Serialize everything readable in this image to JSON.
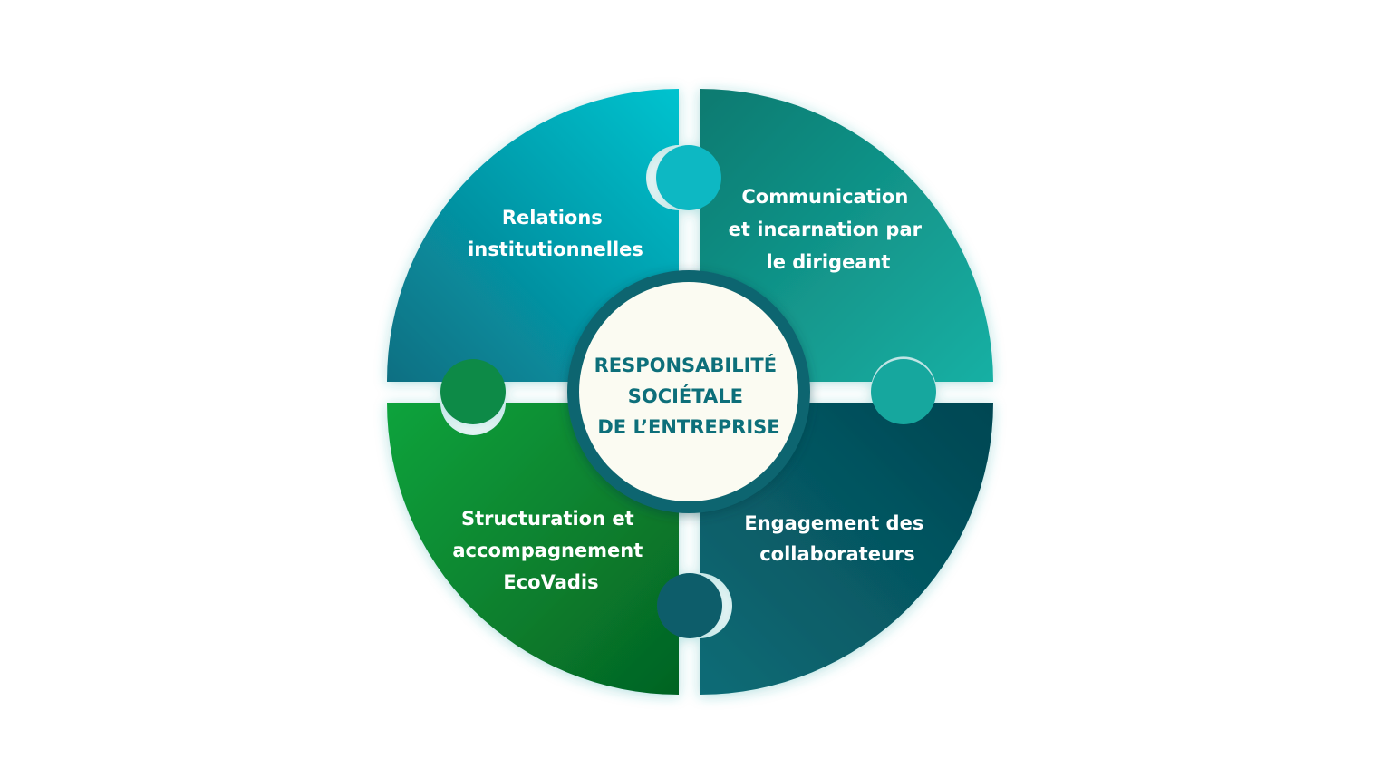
{
  "center": {
    "lines": [
      "RESPONSABILITÉ",
      "SOCIÉTALE",
      "DE L’ENTREPRISE"
    ]
  },
  "quadrants": [
    {
      "id": "top-left",
      "lines": [
        "Relations",
        "institutionnelles"
      ],
      "color_start": "#00c3cf",
      "color_end": "#0a6f82"
    },
    {
      "id": "top-right",
      "lines": [
        "Communication",
        "et incarnation par",
        "le dirigeant"
      ],
      "color_start": "#0b7a70",
      "color_end": "#18b0a4"
    },
    {
      "id": "bottom-left",
      "lines": [
        "Structuration et",
        "accompagnement",
        "EcoVadis"
      ],
      "color_start": "#0ca33c",
      "color_end": "#056323"
    },
    {
      "id": "bottom-right",
      "lines": [
        "Engagement des",
        "collaborateurs"
      ],
      "color_start": "#0a6c76",
      "color_end": "#034652"
    }
  ],
  "colors": {
    "center_fill": "#fbfbf2",
    "center_ring": "#0f6570",
    "text_accent": "#0d6f7a"
  }
}
